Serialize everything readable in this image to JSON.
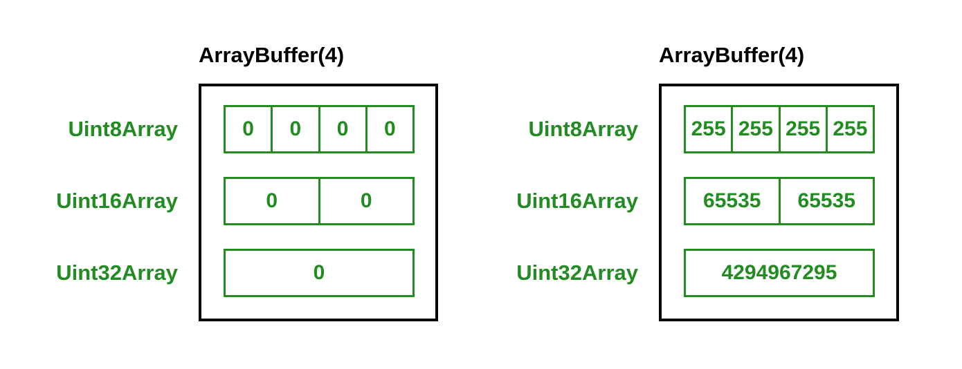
{
  "diagram": {
    "description": "Two ArrayBuffer(4) buffers viewed through Uint8Array, Uint16Array and Uint32Array typed-array views; left buffer holds all zero bytes, right buffer holds all 0xFF bytes",
    "colors": {
      "accent_green": "#228B22",
      "outline_black": "#000000",
      "background": "#ffffff"
    }
  },
  "panels": [
    {
      "title": "ArrayBuffer(4)",
      "rows": [
        {
          "label": "Uint8Array",
          "cells": [
            "0",
            "0",
            "0",
            "0"
          ]
        },
        {
          "label": "Uint16Array",
          "cells": [
            "0",
            "0"
          ]
        },
        {
          "label": "Uint32Array",
          "cells": [
            "0"
          ]
        }
      ]
    },
    {
      "title": "ArrayBuffer(4)",
      "rows": [
        {
          "label": "Uint8Array",
          "cells": [
            "255",
            "255",
            "255",
            "255"
          ]
        },
        {
          "label": "Uint16Array",
          "cells": [
            "65535",
            "65535"
          ]
        },
        {
          "label": "Uint32Array",
          "cells": [
            "4294967295"
          ]
        }
      ]
    }
  ]
}
